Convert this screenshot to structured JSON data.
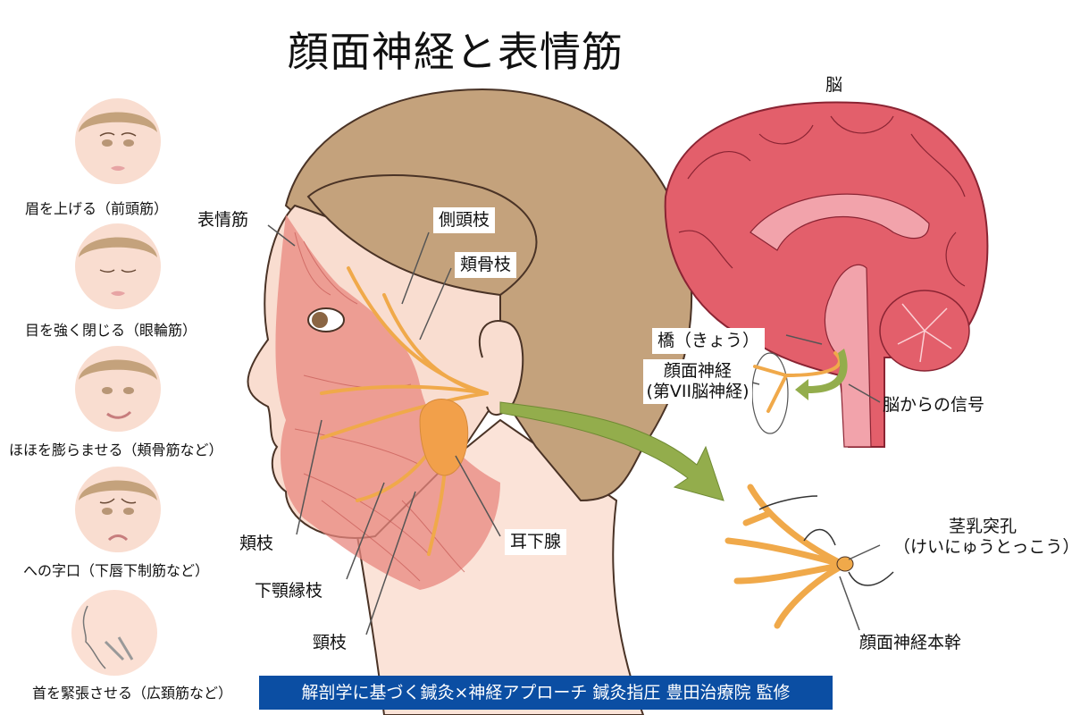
{
  "title": "顔面神経と表情筋",
  "expressions": [
    {
      "label": "眉を上げる（前頭筋）",
      "face": "neutral"
    },
    {
      "label": "目を強く閉じる（眼輪筋）",
      "face": "eyes-closed"
    },
    {
      "label": "ほほを膨らませる（頬骨筋など）",
      "face": "cheek-puff"
    },
    {
      "label": "への字口（下唇下制筋など）",
      "face": "frown"
    },
    {
      "label": "首を緊張させる（広頚筋など）",
      "face": "neck-tension"
    }
  ],
  "head_labels": {
    "expression_muscles": "表情筋",
    "temporal_branch": "側頭枝",
    "zygomatic_branch": "頬骨枝",
    "buccal_branch": "頬枝",
    "marginal_mandibular_branch": "下顎縁枝",
    "cervical_branch": "頸枝",
    "parotid_gland": "耳下腺"
  },
  "brain_labels": {
    "brain": "脳",
    "pons": "橋（きょう）",
    "facial_nerve": "顔面神経",
    "facial_nerve_sub": "(第VII脳神経)",
    "signal_from_brain": "脳からの信号"
  },
  "detail_labels": {
    "stylomastoid_foramen": "茎乳突孔",
    "stylomastoid_foramen_reading": "（けいにゅうとっこう）",
    "facial_nerve_trunk": "顔面神経本幹"
  },
  "footer": "解剖学に基づく鍼灸×神経アプローチ 鍼灸指圧 豊田治療院 監修",
  "colors": {
    "hair": "#c4a27c",
    "skin": "#f9ddd0",
    "muscle": "#e8877f",
    "nerve": "#f0a94a",
    "brain": "#e35f6b",
    "brain_light": "#f2a3ab",
    "arrow": "#93ad4c",
    "footer_bg": "#0b4ea3"
  }
}
